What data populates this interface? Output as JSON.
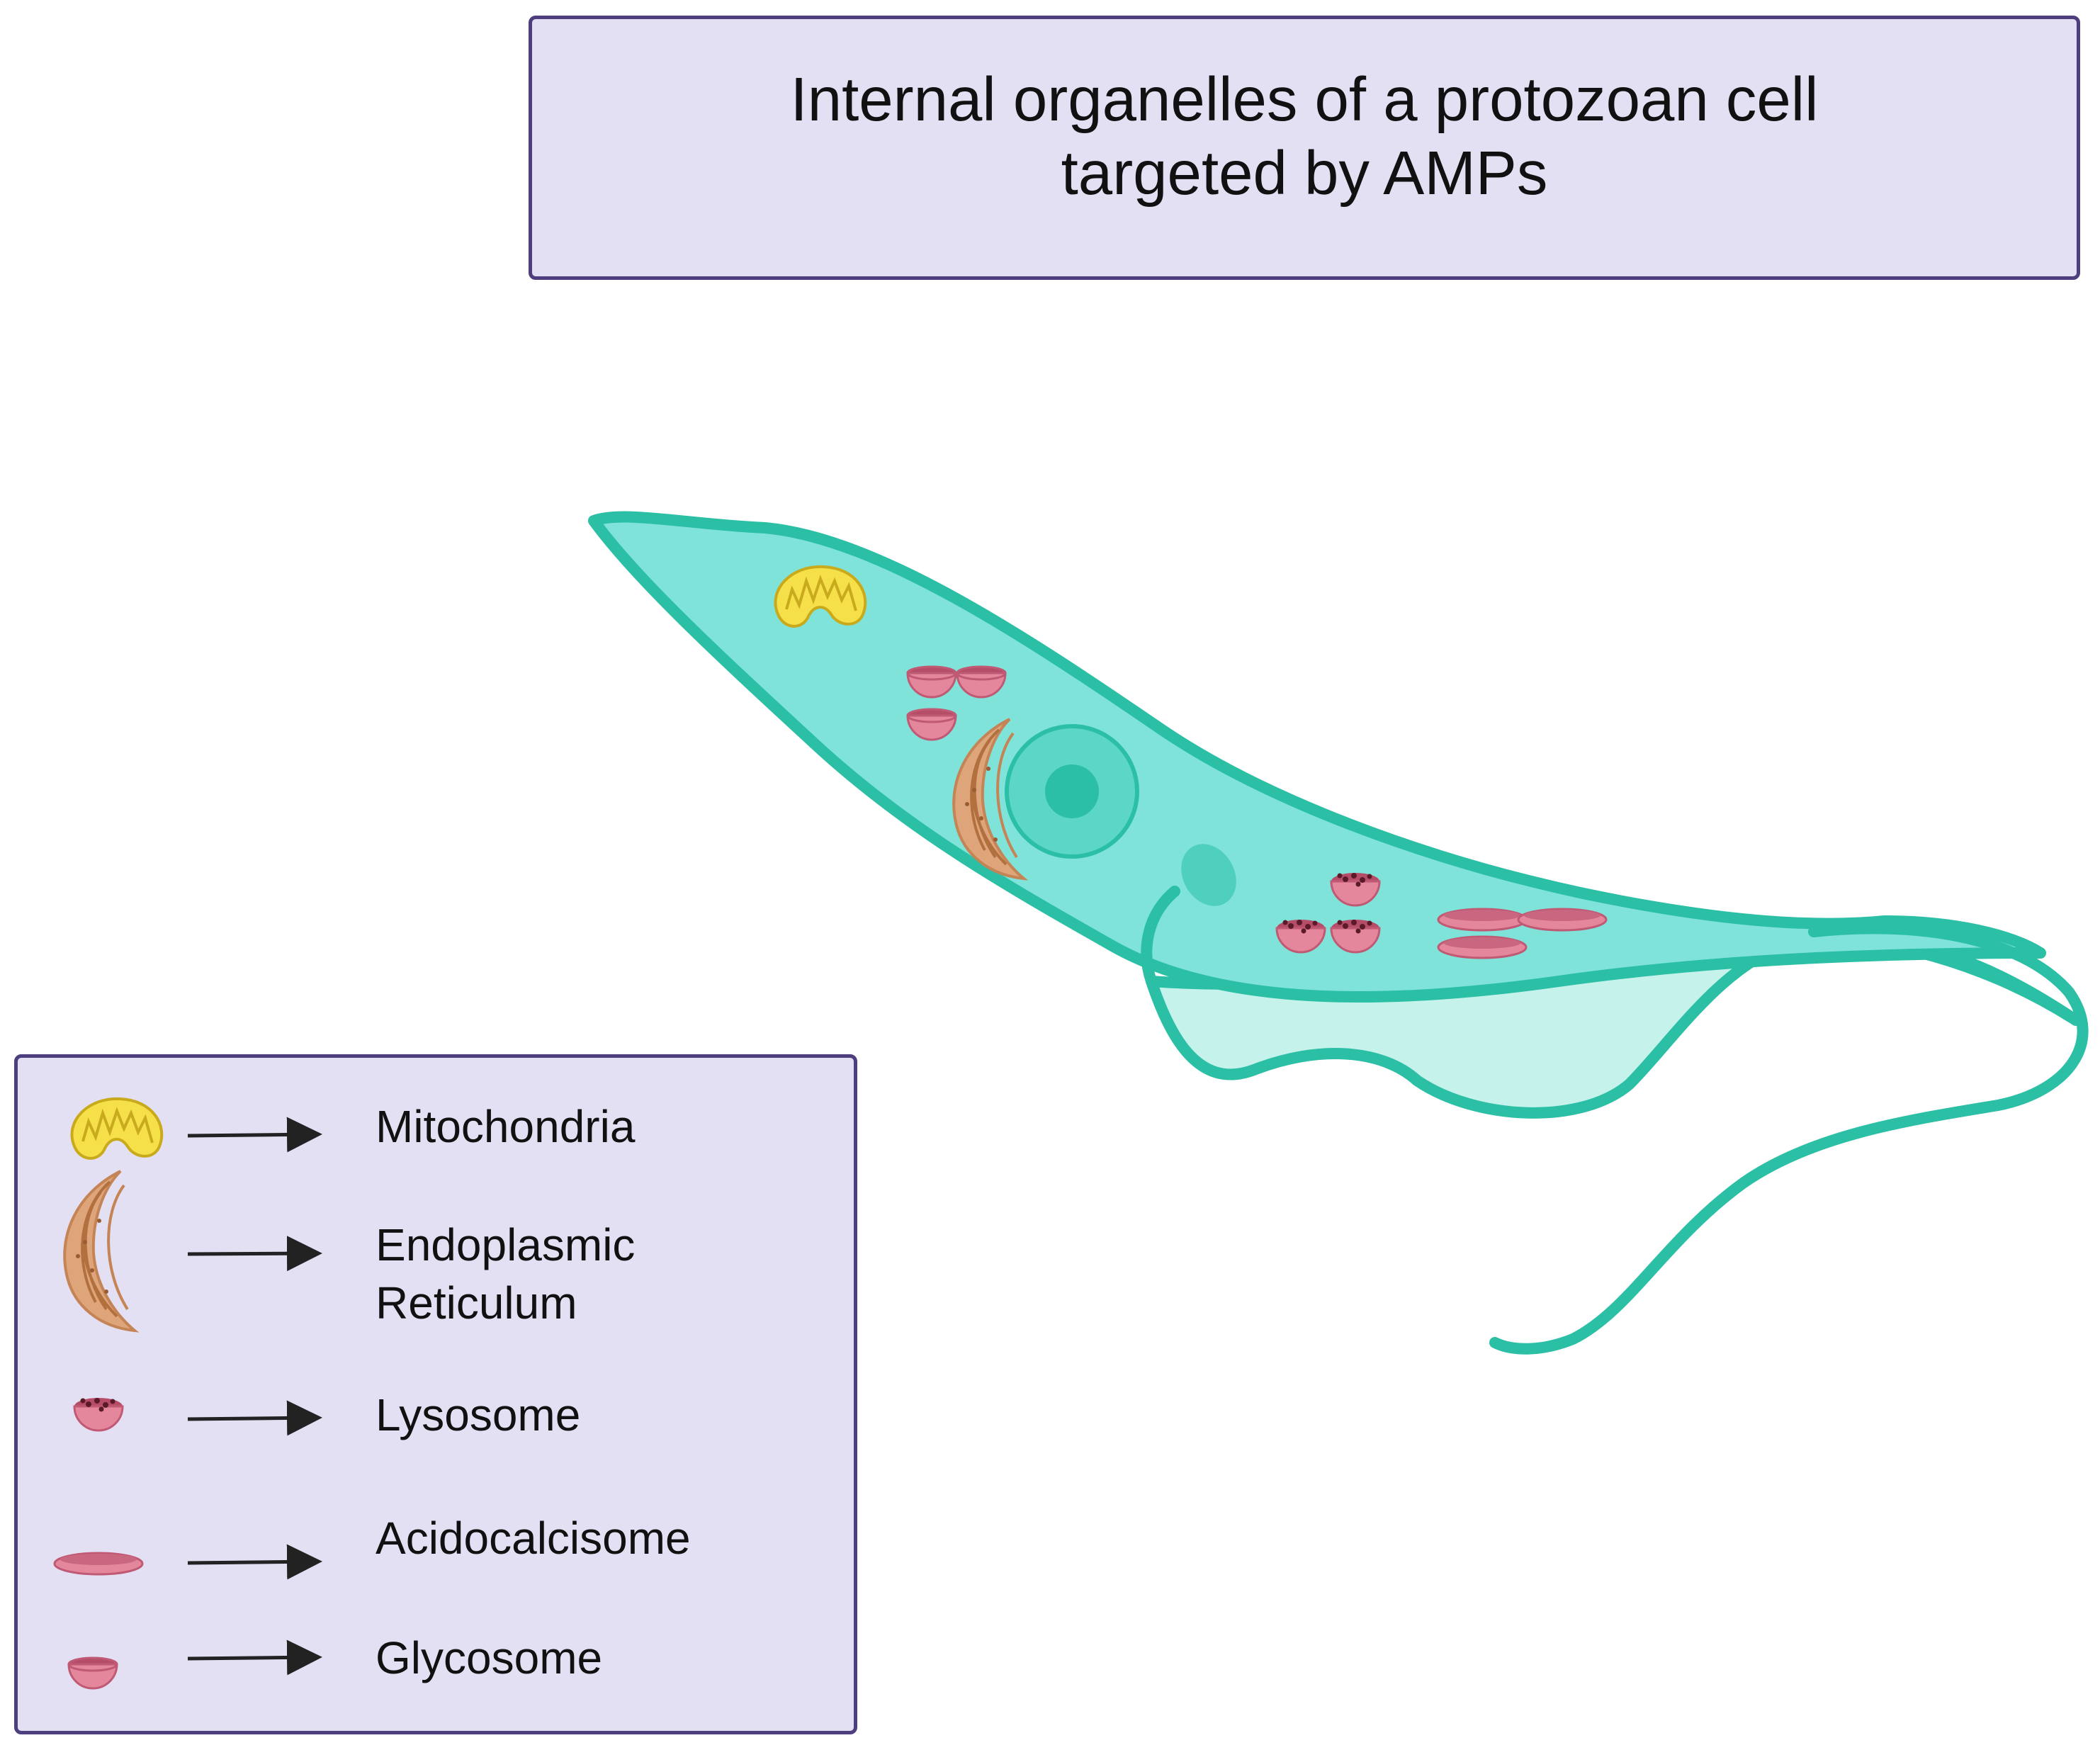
{
  "title": {
    "line1": "Internal organelles of a protozoan cell",
    "line2": "targeted by AMPs"
  },
  "legend": {
    "items": [
      {
        "icon": "mitochondria-icon",
        "label_lines": [
          "Mitochondria"
        ]
      },
      {
        "icon": "endoplasmic-reticulum-icon",
        "label_lines": [
          "Endoplasmic",
          "Reticulum"
        ]
      },
      {
        "icon": "lysosome-icon",
        "label_lines": [
          "Lysosome"
        ]
      },
      {
        "icon": "acidocalcisome-icon",
        "label_lines": [
          "Acidocalcisome"
        ]
      },
      {
        "icon": "glycosome-icon",
        "label_lines": [
          "Glycosome"
        ]
      }
    ]
  },
  "colors": {
    "panel_fill": "#e4e0f4",
    "panel_border": "#4d3f7e",
    "cell_fill": "#7fe3d9",
    "cell_outline": "#2bbfa6",
    "membrane_fill": "#c6f2ec",
    "mitochondria": "#f5e04a",
    "organelle_pink": "#e5879c",
    "er_tan": "#d99b6c"
  }
}
